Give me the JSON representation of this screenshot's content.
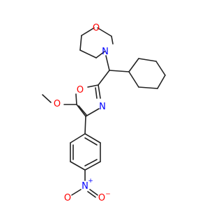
{
  "molecule": {
    "atoms": {
      "morpholine_o": "O",
      "morpholine_n": "N",
      "oxazole_o": "O",
      "oxazole_n": "N",
      "methoxy_o": "O",
      "nitro_n": "N",
      "nitro_n_charge": "+",
      "nitro_o_left": "O",
      "nitro_o_right": "O",
      "nitro_o_charge": "−"
    },
    "colors": {
      "bond": "#222222",
      "oxygen": "#ff0000",
      "nitrogen": "#0000ff"
    }
  }
}
